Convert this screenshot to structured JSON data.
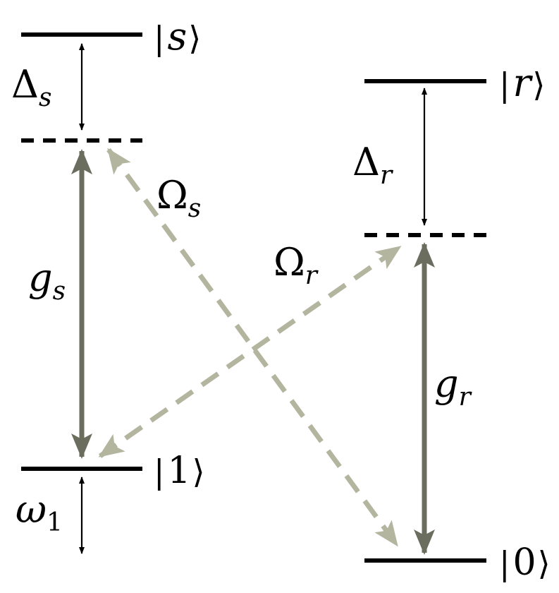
{
  "levels": {
    "s": {
      "state": "s",
      "bra": "|",
      "ket": "⟩"
    },
    "one": {
      "state": "1",
      "bra": "|",
      "ket": "⟩"
    },
    "r": {
      "state": "r",
      "bra": "|",
      "ket": "⟩"
    },
    "zero": {
      "state": "0",
      "bra": "|",
      "ket": "⟩"
    }
  },
  "labels": {
    "delta_s": {
      "main": "Δ",
      "sub": "s"
    },
    "delta_r": {
      "main": "Δ",
      "sub": "r"
    },
    "g_s": {
      "main": "g",
      "sub": "s"
    },
    "g_r": {
      "main": "g",
      "sub": "r"
    },
    "omega_s": {
      "main": "Ω",
      "sub": "s"
    },
    "omega_r": {
      "main": "Ω",
      "sub": "r"
    },
    "omega_1": {
      "main": "ω",
      "sub": "1"
    }
  },
  "colors": {
    "level_line": "#000000",
    "coupling_arrow": "#6b6d5e",
    "drive_arrow": "#b3b59f"
  }
}
